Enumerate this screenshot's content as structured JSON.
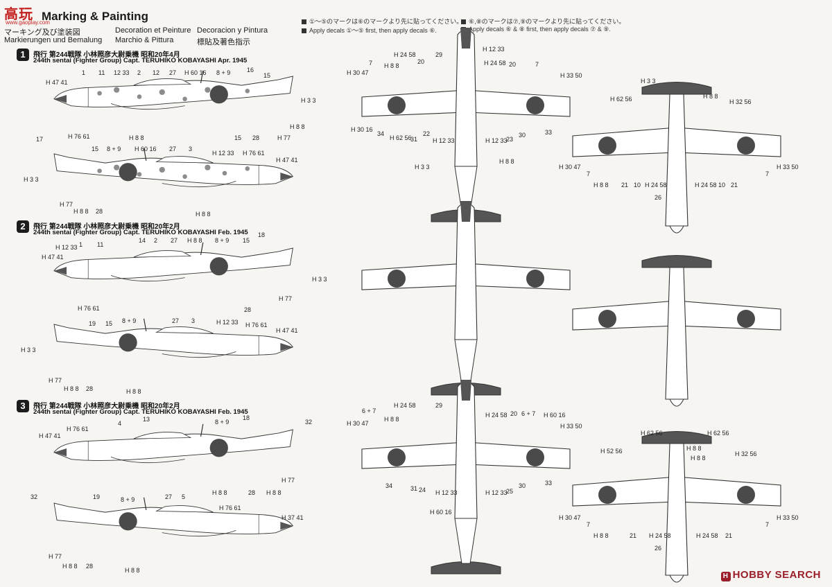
{
  "watermark": {
    "logo": "高玩",
    "url": "www.gaoplay.com"
  },
  "header": {
    "title": "Marking & Painting",
    "ja": "マーキング及び塗装図",
    "de": "Markierungen und Bemalung",
    "fr": "Decoration et Peinture",
    "it": "Marchio & Pittura",
    "es": "Decoracion y Pintura",
    "zh": "標貼及著色指示"
  },
  "instructions": {
    "left_ja": "①～⑤のマークは⑥のマークより先に貼ってください。",
    "left_en": "Apply decals ①～⑤ first, then apply decals ⑥.",
    "right_ja": "⑥,⑧のマークは⑦,⑨のマークより先に貼ってください。",
    "right_en": "Apply decals ⑥ & ⑧ first, then apply decals ⑦ & ⑨."
  },
  "sections": [
    {
      "num": "1",
      "ja": "飛行 第244戦隊 小林照彦大尉乗機 昭和20年4月",
      "en": "244th sentai (Fighter Group) Capt. TERUHIKO KOBAYASHI Apr. 1945"
    },
    {
      "num": "2",
      "ja": "飛行 第244戦隊 小林照彦大尉乗機 昭和20年2月",
      "en": "244th sentai (Fighter Group) Capt. TERUHIKO KOBAYASHI Feb. 1945"
    },
    {
      "num": "3",
      "ja": "飛行 第244戦隊 小林照彦大尉乗機 昭和20年2月",
      "en": "244th sentai (Fighter Group) Capt. TERUHIKO KOBAYASHI Feb. 1945"
    }
  ],
  "callouts": {
    "s1_top": [
      "1",
      "11",
      "12 33",
      "2",
      "12",
      "27",
      "H 60 16",
      "8 + 9",
      "16",
      "15",
      "H 47 41",
      "H 3 3",
      "H 76 61",
      "H 8 8",
      "H 8 8",
      "H 77",
      "15",
      "28"
    ],
    "s1_bot": [
      "17",
      "15",
      "8 + 9",
      "H 60 16",
      "27",
      "3",
      "H 12 33",
      "H 76 61",
      "H 47 41",
      "H 3 3",
      "H 77",
      "H 8 8",
      "28",
      "H 8 8"
    ],
    "s2_top": [
      "H 12 33",
      "1",
      "11",
      "14",
      "2",
      "27",
      "H 8 8",
      "8 + 9",
      "15",
      "18",
      "H 47 41",
      "H 3 3",
      "H 77",
      "H 76 61",
      "28"
    ],
    "s2_bot": [
      "19",
      "15",
      "8 + 9",
      "27",
      "3",
      "H 12 33",
      "H 76 61",
      "H 47 41",
      "H 3 3",
      "H 77",
      "H 8 8",
      "28",
      "H 8 8"
    ],
    "s3_top": [
      "H 76 61",
      "4",
      "13",
      "8 + 9",
      "18",
      "32",
      "H 47 41",
      "H 77",
      "H 8 8",
      "28",
      "H 8 8"
    ],
    "s3_bot": [
      "32",
      "19",
      "8 + 9",
      "27",
      "5",
      "H 76 61",
      "H 37 41",
      "H 77",
      "H 8 8",
      "28",
      "H 8 8"
    ],
    "plan_top": [
      "H 24 58",
      "29",
      "H 12 33",
      "H 24 58",
      "20",
      "20",
      "7",
      "7",
      "H 30 47",
      "H 8 8",
      "H 33 50",
      "H 30 16",
      "34",
      "H 62 56",
      "31",
      "22",
      "H 12 33",
      "H 12 33",
      "23",
      "30",
      "33",
      "H 8 8",
      "H 3 3"
    ],
    "plan_bottom": [
      "H 3 3",
      "H 62 56",
      "H 8 8",
      "H 32 56",
      "7",
      "7",
      "H 30 47",
      "H 33 50",
      "H 8 8",
      "21",
      "10",
      "H 24 58",
      "H 24 58",
      "10",
      "21",
      "26"
    ],
    "plan3_top": [
      "6 + 7",
      "H 24 58",
      "29",
      "H 24 58",
      "20",
      "6 + 7",
      "H 60 16",
      "H 30 47",
      "H 8 8",
      "H 33 50",
      "34",
      "31",
      "24",
      "H 12 33",
      "H 12 33",
      "25",
      "30",
      "33",
      "H 60 16"
    ],
    "plan3_bottom": [
      "H 62 56",
      "H 62 56",
      "H 32 56",
      "H 52 56",
      "H 8 8",
      "H 8 8",
      "7",
      "7",
      "H 30 47",
      "H 33 50",
      "H 8 8",
      "21",
      "H 24 58",
      "H 24 58",
      "21",
      "26"
    ]
  },
  "footer": {
    "brand": "HOBBY SEARCH",
    "brand_mark": "H"
  },
  "colors": {
    "ink": "#222222",
    "paper": "#f6f5f1",
    "hinomaru": "#4a4a4a",
    "camo": "#8c8c8c",
    "dark": "#555555",
    "brand": "#9b1f2b"
  }
}
